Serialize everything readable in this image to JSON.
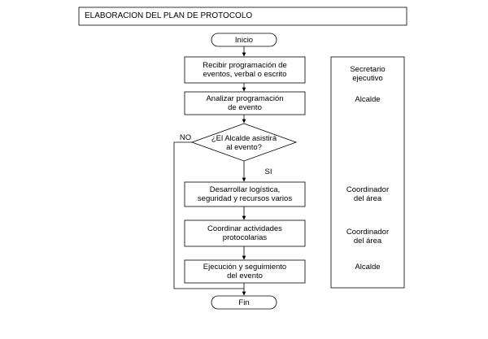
{
  "title": "ELABORACION DEL PLAN DE PROTOCOLO",
  "start": "Inicio",
  "end": "Fin",
  "steps": [
    "Recibir programación de\neventos, verbal o escrito",
    "Analizar programación\nde evento",
    "Desarrollar logística,\nseguridad y recursos varios",
    "Coordinar actividades\nprotocolarias",
    "Ejecución y seguimiento\ndel evento"
  ],
  "decision": "¿El Alcalde asistirá\nal evento?",
  "labels": {
    "no": "NO",
    "yes": "SI"
  },
  "responsibles": [
    "Secretario\nejecutivo",
    "Alcalde",
    "Coordinador\ndel área",
    "Coordinador\ndel área",
    "Alcalde"
  ]
}
